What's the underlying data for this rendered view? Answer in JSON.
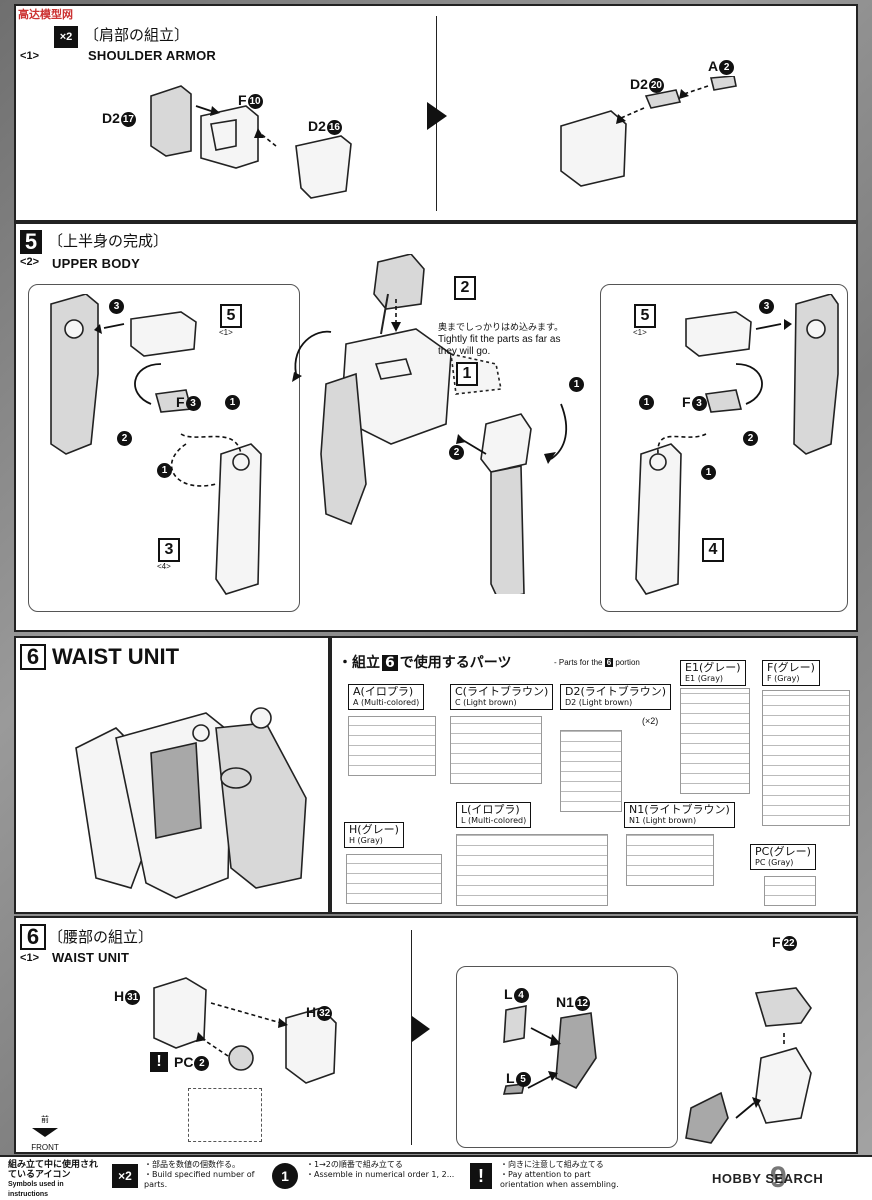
{
  "watermark": "高达模型网",
  "step4": {
    "sub_num": "1",
    "multiplier": "×2",
    "title_jp": "〔肩部の組立〕",
    "title_en": "SHOULDER ARMOR",
    "labels": {
      "d2a": "D2",
      "d2a_num": "17",
      "f": "F",
      "f_num": "10",
      "d2b": "D2",
      "d2b_num": "16",
      "d2c": "D2",
      "d2c_num": "20",
      "a": "A",
      "a_num": "2"
    }
  },
  "step5": {
    "num": "5",
    "sub_num": "2",
    "title_jp": "〔上半身の完成〕",
    "title_en": "UPPER BODY",
    "note_jp": "奥までしっかりはめ込みます。",
    "note_en": "Tightly fit the parts as far as they will go.",
    "box2": "2",
    "box1": "1",
    "box5": "5",
    "box5_sub": "1",
    "box3": "3",
    "box3_sub": "4",
    "box4": "4",
    "f3": "F",
    "f3_num": "3",
    "seq": {
      "one": "1",
      "two": "2",
      "three": "3"
    }
  },
  "step6_parts": {
    "num": "6",
    "title_en": "WAIST UNIT",
    "parts_jp_pre": "・組立",
    "parts_jp_num": "6",
    "parts_jp_post": "で使用するパーツ",
    "parts_en_pre": "- Parts for the",
    "parts_en_num": "6",
    "parts_en_post": "portion",
    "runners": [
      {
        "jp": "A(イロプラ)",
        "en": "A (Multi-colored)"
      },
      {
        "jp": "C(ライトブラウン)",
        "en": "C (Light brown)"
      },
      {
        "jp": "D2(ライトブラウン)",
        "en": "D2 (Light brown)",
        "mult": "(×2)"
      },
      {
        "jp": "E1(グレー)",
        "en": "E1 (Gray)"
      },
      {
        "jp": "F(グレー)",
        "en": "F (Gray)"
      },
      {
        "jp": "H(グレー)",
        "en": "H (Gray)"
      },
      {
        "jp": "L(イロプラ)",
        "en": "L (Multi-colored)"
      },
      {
        "jp": "N1(ライトブラウン)",
        "en": "N1 (Light brown)"
      },
      {
        "jp": "PC(グレー)",
        "en": "PC (Gray)"
      }
    ]
  },
  "step6_build": {
    "num": "6",
    "sub_num": "1",
    "title_jp": "〔腰部の組立〕",
    "title_en": "WAIST UNIT",
    "labels": {
      "h1": "H",
      "h1_num": "31",
      "h2": "H",
      "h2_num": "32",
      "pc": "PC",
      "pc_num": "2",
      "l4": "L",
      "l4_num": "4",
      "n1": "N1",
      "n1_num": "12",
      "l5": "L",
      "l5_num": "5",
      "f22": "F",
      "f22_num": "22"
    },
    "front_jp": "前",
    "front_en": "FRONT",
    "warn": "!"
  },
  "legend": {
    "title_jp": "組み立て中に使用されているアイコン",
    "title_en": "Symbols used in instructions",
    "x2_icon": "×2",
    "x2_jp": "・部品を数値の個数作る。",
    "x2_en": "・Build specified number of parts.",
    "seq_icon": "1",
    "seq_jp": "・1→2の順番で組み立てる",
    "seq_en": "・Assemble in numerical order 1, 2...",
    "warn_icon": "!",
    "warn_jp": "・向きに注意して組み立てる",
    "warn_en": "・Pay attention to part orientation when assembling.",
    "brand": "HOBBY SEARCH",
    "page_num": "9"
  }
}
